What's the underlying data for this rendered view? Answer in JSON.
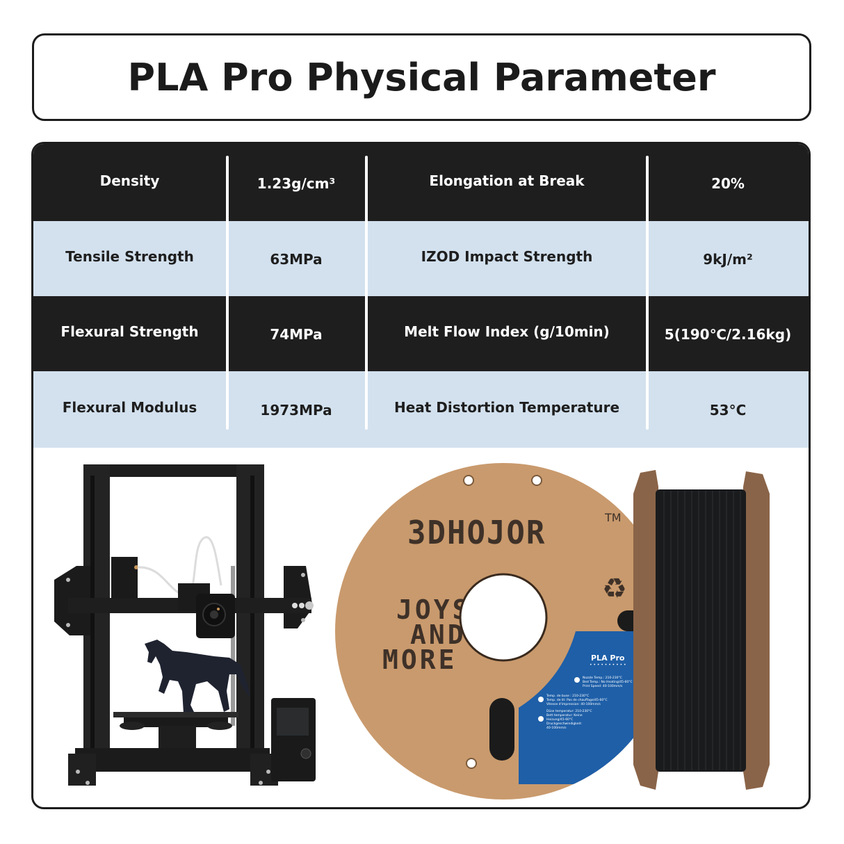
{
  "header": {
    "title": "PLA Pro Physical Parameter"
  },
  "table": {
    "rows": [
      {
        "style": "dark",
        "left_label": "Density",
        "left_value": "1.23g/cm³",
        "right_label": "Elongation at Break",
        "right_value": "20%"
      },
      {
        "style": "light",
        "left_label": "Tensile Strength",
        "left_value": "63MPa",
        "right_label": "IZOD Impact Strength",
        "right_value": "9kJ/m²"
      },
      {
        "style": "dark",
        "left_label": "Flexural Strength",
        "left_value": "74MPa",
        "right_label": "Melt Flow Index (g/10min)",
        "right_value": "5(190℃/2.16kg)"
      },
      {
        "style": "light",
        "left_label": "Flexural Modulus",
        "left_value": "1973MPa",
        "right_label": "Heat Distortion Temperature",
        "right_value": "53°C"
      }
    ]
  },
  "product_images": {
    "printer": {
      "icon": "3d-printer-icon",
      "printed_model": "horse-model-icon"
    },
    "spool": {
      "brand": "3DHOJOR",
      "trademark": "TM",
      "slogan_lines": [
        "JOYS",
        "AND",
        "MORE"
      ],
      "label_title": "PLA Pro",
      "label_lines": [
        "Nozzle Temp.: 210-230°C",
        "Bed Temp.: No Heating/45-60°C",
        "Print Speed: 40-100mm/s",
        "Temp. de buse : 210-230°C",
        "Temp. de lit: Pas de chauffage/45-60°C",
        "Vitesse d'impression: 40-100mm/s",
        "Düse temperatur: 210-230°C",
        "Bett temperatur: Keine",
        "Heizung/45-60°C",
        "Druckgeschwindigkeit:",
        "40-100mm/s"
      ],
      "recycle_icon": "recycle-icon"
    }
  },
  "colors": {
    "dark_row": "#1f1e1f",
    "light_row": "#d3e1ee",
    "border": "#1c1c1c",
    "cardboard": "#c99a6d",
    "label_blue": "#1e5fa8",
    "filament": "#1a1b1d"
  }
}
